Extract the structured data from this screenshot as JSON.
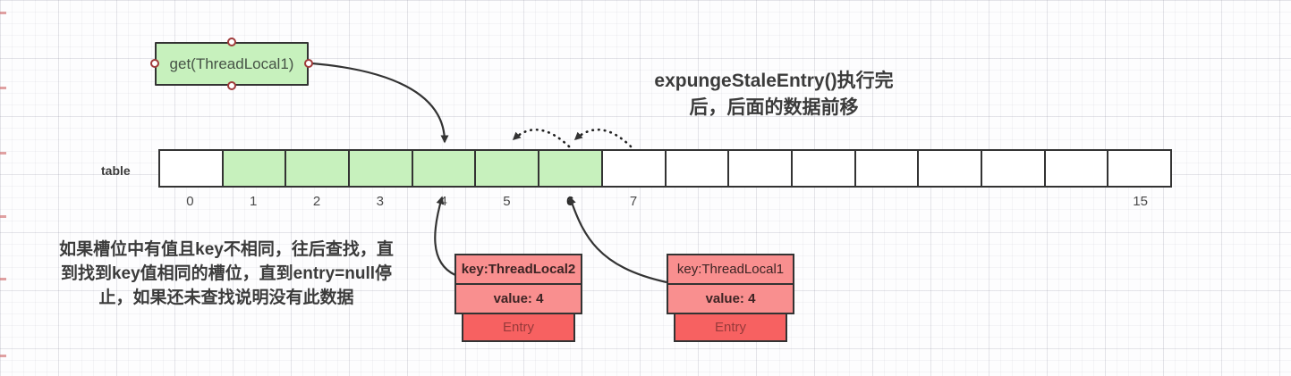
{
  "colors": {
    "green-fill": "#c7f1bd",
    "red-fill": "#f98f8f",
    "red-deep": "#f76161",
    "stroke-dark": "#333333",
    "handle-ring": "#a03b3b",
    "text-dark": "#3b3b3b",
    "entry-text": "#973a3a"
  },
  "get_box": {
    "label": "get(ThreadLocal1)"
  },
  "annotations": {
    "title_line1": "expungeStaleEntry()执行完",
    "title_line2": "后，后面的数据前移",
    "note_line1": "如果槽位中有值且key不相同，往后查找，直",
    "note_line2": "到找到key值相同的槽位，直到entry=null停",
    "note_line3": "止，如果还未查找说明没有此数据"
  },
  "table": {
    "label": "table",
    "slot_count": 16,
    "green_slots": [
      1,
      2,
      3,
      4,
      5,
      6
    ],
    "index_labels": {
      "0": "0",
      "1": "1",
      "2": "2",
      "3": "3",
      "4": "4",
      "5": "5",
      "6": "6",
      "7": "7",
      "15": "15"
    },
    "bold_labels": [
      "6"
    ]
  },
  "entries": [
    {
      "key": "key:ThreadLocal2",
      "value": "value: 4",
      "tag": "Entry"
    },
    {
      "key": "key:ThreadLocal1",
      "value": "value: 4",
      "tag": "Entry"
    }
  ]
}
